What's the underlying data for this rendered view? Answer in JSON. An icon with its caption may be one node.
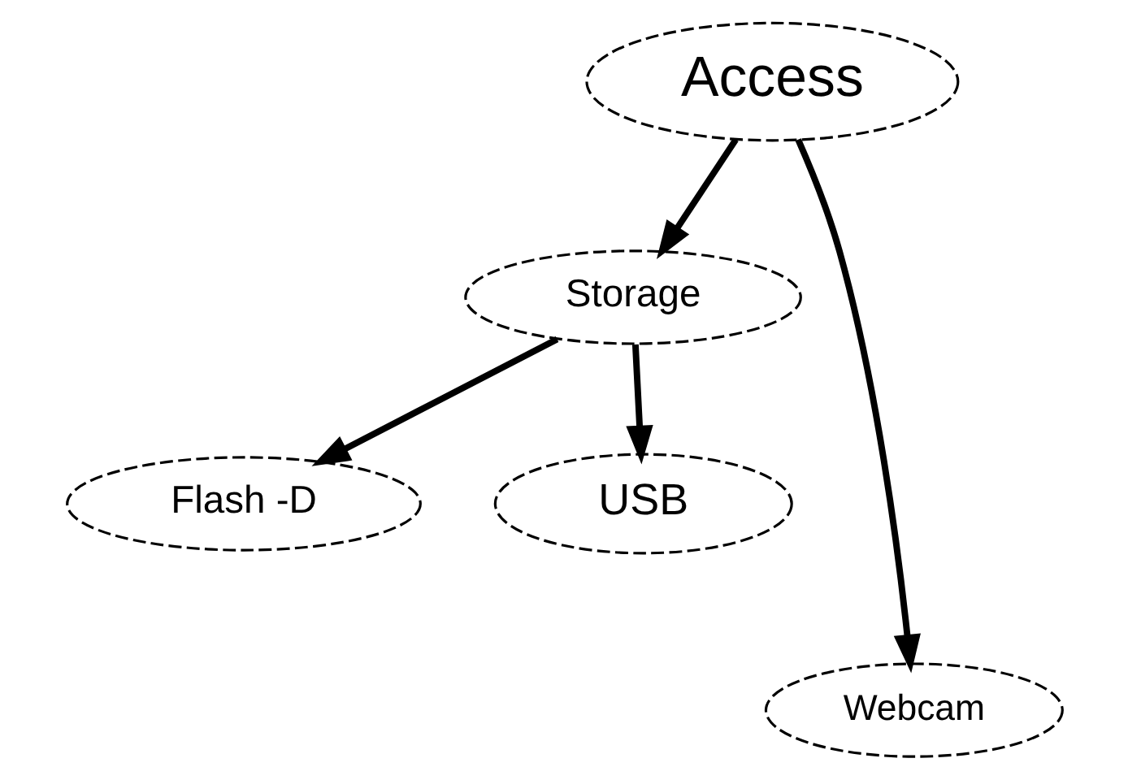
{
  "diagram": {
    "nodes": [
      {
        "text": [
          "Access"
        ]
      },
      {
        "text": [
          "Storage"
        ]
      },
      {
        "text": [
          "Flash -D"
        ]
      },
      {
        "text": [
          "USB"
        ]
      },
      {
        "text": [
          "Webcam"
        ]
      }
    ],
    "edges": [
      {
        "from": 0,
        "to": 1,
        "arrow": "to"
      },
      {
        "from": 1,
        "to": 2,
        "arrow": "to"
      },
      {
        "from": 1,
        "to": 3,
        "arrow": "to"
      },
      {
        "from": 0,
        "to": 4,
        "arrow": "to"
      }
    ]
  }
}
